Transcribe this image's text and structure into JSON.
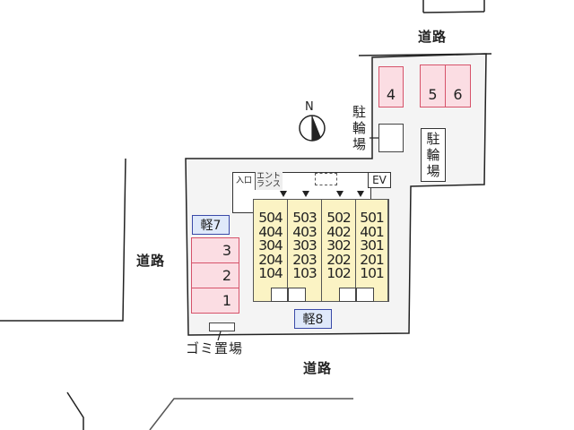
{
  "map": {
    "roads": [
      {
        "id": "road-north",
        "label": "道路"
      },
      {
        "id": "road-west",
        "label": "道路"
      },
      {
        "id": "road-south",
        "label": "道路"
      }
    ],
    "compass": {
      "label": "N"
    },
    "parking": {
      "north_spots": [
        {
          "number": "4"
        },
        {
          "number": "5"
        },
        {
          "number": "6"
        }
      ],
      "west_spots": [
        {
          "number": "3"
        },
        {
          "number": "2"
        },
        {
          "number": "1"
        }
      ],
      "light_vehicle": [
        {
          "label": "軽7"
        },
        {
          "label": "軽8"
        }
      ]
    },
    "bicycle_parking": [
      {
        "label": [
          "駐",
          "輪",
          "場"
        ]
      },
      {
        "label": [
          "駐",
          "輪",
          "場"
        ]
      }
    ],
    "building": {
      "entrance_label": "入口",
      "entrance_hall_label_top": "エント",
      "entrance_hall_label_bottom": "ランス",
      "elevator_label": "EV",
      "columns": [
        {
          "rooms": [
            "504",
            "404",
            "304",
            "204",
            "104"
          ]
        },
        {
          "rooms": [
            "503",
            "403",
            "303",
            "203",
            "103"
          ]
        },
        {
          "rooms": [
            "502",
            "402",
            "302",
            "202",
            "102"
          ]
        },
        {
          "rooms": [
            "501",
            "401",
            "301",
            "201",
            "101"
          ]
        }
      ]
    },
    "garbage": {
      "label": "ゴミ置場"
    },
    "colors": {
      "parking_fill": "#fbdde3",
      "parking_border": "#d6536a",
      "light_vehicle_fill": "#dfe9fa",
      "light_vehicle_border": "#3a4aa8",
      "building_fill": "#fbf3c4",
      "lot_fill": "#f4f4f4"
    }
  }
}
